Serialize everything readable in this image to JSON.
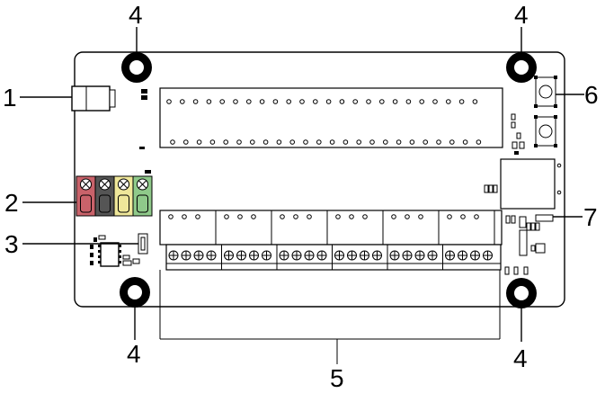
{
  "callouts": {
    "c1": "1",
    "c2": "2",
    "c3": "3",
    "c4_top_left": "4",
    "c4_top_right": "4",
    "c4_bottom_left": "4",
    "c4_bottom_right": "4",
    "c5": "5",
    "c6": "6",
    "c7": "7"
  },
  "colors": {
    "terminal_red": "#c9626a",
    "terminal_black": "#555555",
    "terminal_yellow": "#efe79a",
    "terminal_green": "#8fc98a"
  }
}
